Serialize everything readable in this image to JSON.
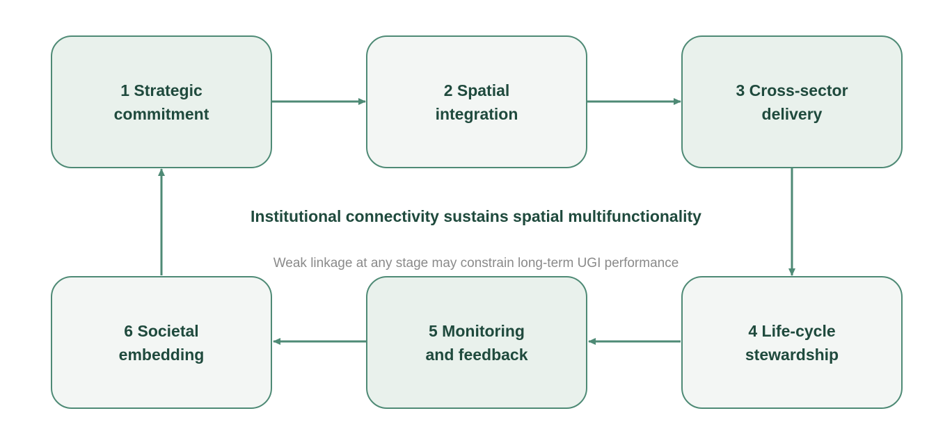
{
  "diagram": {
    "nodes": [
      {
        "id": "n1",
        "label": "1 Strategic\ncommitment"
      },
      {
        "id": "n2",
        "label": "2 Spatial\nintegration"
      },
      {
        "id": "n3",
        "label": "3 Cross-sector\ndelivery"
      },
      {
        "id": "n4",
        "label": "4 Life-cycle\nstewardship"
      },
      {
        "id": "n5",
        "label": "5 Monitoring\nand feedback"
      },
      {
        "id": "n6",
        "label": "6 Societal\nembedding"
      }
    ],
    "edges": [
      {
        "from": "n1",
        "to": "n2"
      },
      {
        "from": "n2",
        "to": "n3"
      },
      {
        "from": "n3",
        "to": "n4"
      },
      {
        "from": "n4",
        "to": "n5"
      },
      {
        "from": "n5",
        "to": "n6"
      },
      {
        "from": "n6",
        "to": "n1"
      }
    ],
    "center_title": "Institutional connectivity sustains spatial multifunctionality",
    "center_note": "Weak linkage at any stage may constrain long-term UGI performance"
  },
  "colors": {
    "border": "#4e8a75",
    "text": "#1f4a3d",
    "fill_tint_a": "#e9f1ec",
    "fill_tint_b": "#f3f6f4",
    "note_text": "#8a8a8a"
  }
}
